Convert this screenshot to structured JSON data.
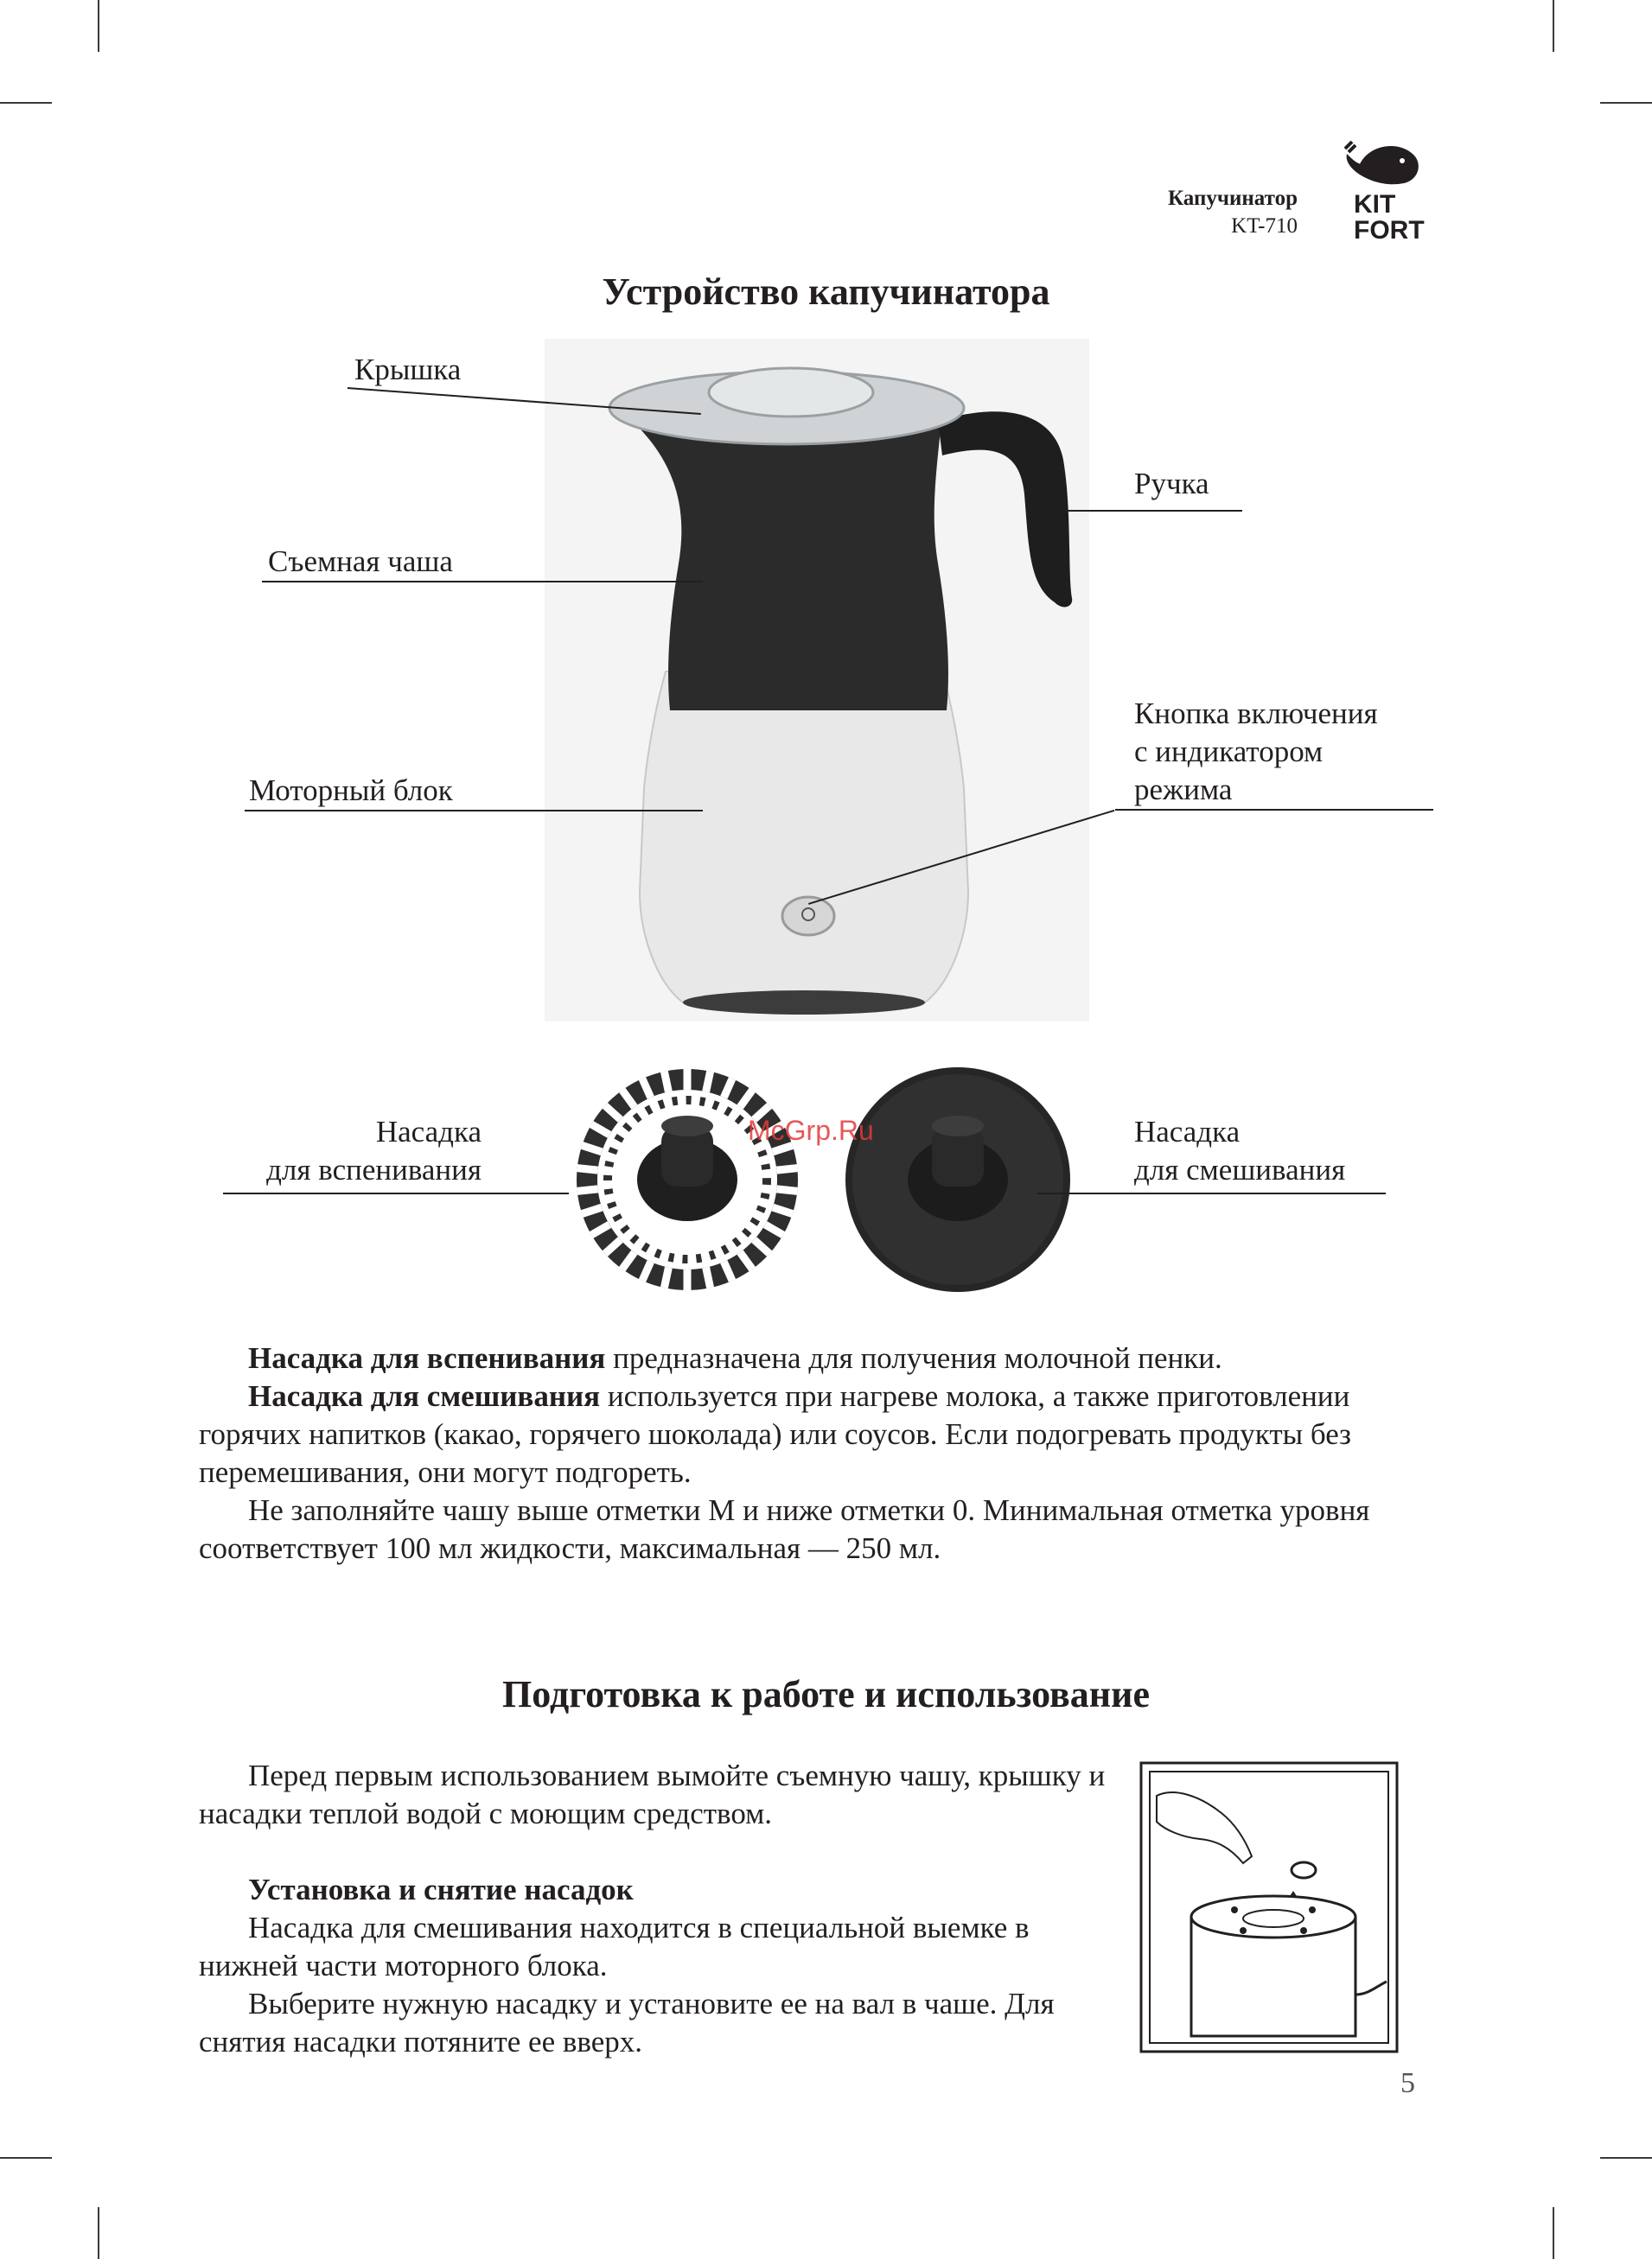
{
  "header": {
    "product": "Капучинатор",
    "model": "KT-710",
    "logo_line1": "KIT",
    "logo_line2": "FORT"
  },
  "section1": {
    "title": "Устройство капучинатора",
    "labels": {
      "lid": "Крышка",
      "handle": "Ручка",
      "bowl": "Съемная чаша",
      "button_line1": "Кнопка включения",
      "button_line2": "с индикатором",
      "button_line3": "режима",
      "motor": "Моторный блок",
      "whisk_line1": "Насадка",
      "whisk_line2": "для вспенивания",
      "mixer_line1": "Насадка",
      "mixer_line2": "для смешивания"
    },
    "watermark": "McGrp.Ru",
    "p1_bold": "Насадка для вспенивания",
    "p1_rest": " предназначена для получения молочной пенки.",
    "p2_bold": "Насадка для смешивания",
    "p2_rest": " используется при нагреве молока, а также приготовлении горячих напитков (какао, горячего шоколада) или соусов. Если подогревать продукты без перемешивания, они могут подгореть.",
    "p3": "Не заполняйте чашу выше отметки M и ниже отметки 0. Минимальная отметка уровня соответствует 100 мл жидкости, максимальная — 250 мл."
  },
  "section2": {
    "title": "Подготовка к работе и использование",
    "p1": "Перед первым использованием вымойте съемную чашу, крышку и насадки теплой водой с моющим средством.",
    "sub_title": "Установка и снятие насадок",
    "p2": "Насадка для смешивания находится в специальной выемке в нижней части моторного блока.",
    "p3": "Выберите нужную насадку и установите ее на вал в чаше. Для снятия насадки потяните ее вверх."
  },
  "page_number": "5"
}
